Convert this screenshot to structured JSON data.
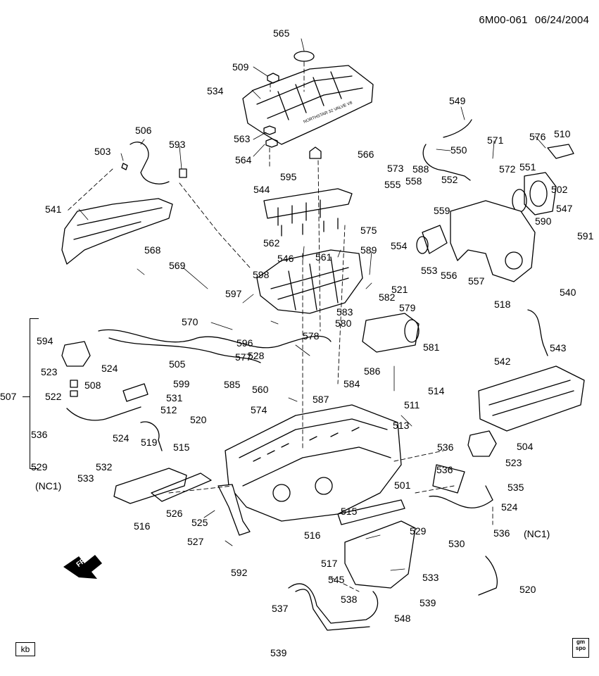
{
  "header": {
    "code": "6M00-061",
    "date": "06/24/2004"
  },
  "footer": {
    "left_box": "kb",
    "right_logo": "gm spo"
  },
  "notes": {
    "nc_left": "(NC1)",
    "nc_right": "(NC1)"
  },
  "engine_cover_text": "NORTHSTAR 32 VALVE V8",
  "front_arrow": "FRT",
  "callouts": [
    {
      "n": "565"
    },
    {
      "n": "509"
    },
    {
      "n": "534"
    },
    {
      "n": "563"
    },
    {
      "n": "564"
    },
    {
      "n": "595"
    },
    {
      "n": "506"
    },
    {
      "n": "503"
    },
    {
      "n": "593"
    },
    {
      "n": "541"
    },
    {
      "n": "549"
    },
    {
      "n": "550"
    },
    {
      "n": "571"
    },
    {
      "n": "576"
    },
    {
      "n": "510"
    },
    {
      "n": "566"
    },
    {
      "n": "573"
    },
    {
      "n": "588"
    },
    {
      "n": "552"
    },
    {
      "n": "572"
    },
    {
      "n": "551"
    },
    {
      "n": "502"
    },
    {
      "n": "544"
    },
    {
      "n": "555"
    },
    {
      "n": "558"
    },
    {
      "n": "559"
    },
    {
      "n": "547"
    },
    {
      "n": "590"
    },
    {
      "n": "575"
    },
    {
      "n": "554"
    },
    {
      "n": "562"
    },
    {
      "n": "561"
    },
    {
      "n": "589"
    },
    {
      "n": "553"
    },
    {
      "n": "556"
    },
    {
      "n": "557"
    },
    {
      "n": "591"
    },
    {
      "n": "568"
    },
    {
      "n": "546"
    },
    {
      "n": "569"
    },
    {
      "n": "598"
    },
    {
      "n": "597"
    },
    {
      "n": "582"
    },
    {
      "n": "521"
    },
    {
      "n": "540"
    },
    {
      "n": "518"
    },
    {
      "n": "579"
    },
    {
      "n": "583"
    },
    {
      "n": "570"
    },
    {
      "n": "580"
    },
    {
      "n": "596"
    },
    {
      "n": "578"
    },
    {
      "n": "594"
    },
    {
      "n": "577"
    },
    {
      "n": "581"
    },
    {
      "n": "543"
    },
    {
      "n": "528"
    },
    {
      "n": "505"
    },
    {
      "n": "586"
    },
    {
      "n": "542"
    },
    {
      "n": "523"
    },
    {
      "n": "524"
    },
    {
      "n": "599"
    },
    {
      "n": "585"
    },
    {
      "n": "584"
    },
    {
      "n": "514"
    },
    {
      "n": "508"
    },
    {
      "n": "560"
    },
    {
      "n": "531"
    },
    {
      "n": "522"
    },
    {
      "n": "512"
    },
    {
      "n": "587"
    },
    {
      "n": "507"
    },
    {
      "n": "574"
    },
    {
      "n": "511"
    },
    {
      "n": "513"
    },
    {
      "n": "520"
    },
    {
      "n": "536"
    },
    {
      "n": "524"
    },
    {
      "n": "519"
    },
    {
      "n": "515"
    },
    {
      "n": "536"
    },
    {
      "n": "504"
    },
    {
      "n": "529"
    },
    {
      "n": "532"
    },
    {
      "n": "523"
    },
    {
      "n": "536"
    },
    {
      "n": "533"
    },
    {
      "n": "501"
    },
    {
      "n": "535"
    },
    {
      "n": "524"
    },
    {
      "n": "526"
    },
    {
      "n": "516"
    },
    {
      "n": "525"
    },
    {
      "n": "515"
    },
    {
      "n": "529"
    },
    {
      "n": "530"
    },
    {
      "n": "536"
    },
    {
      "n": "516"
    },
    {
      "n": "527"
    },
    {
      "n": "517"
    },
    {
      "n": "592"
    },
    {
      "n": "545"
    },
    {
      "n": "533"
    },
    {
      "n": "520"
    },
    {
      "n": "538"
    },
    {
      "n": "539"
    },
    {
      "n": "537"
    },
    {
      "n": "548"
    },
    {
      "n": "539"
    }
  ]
}
